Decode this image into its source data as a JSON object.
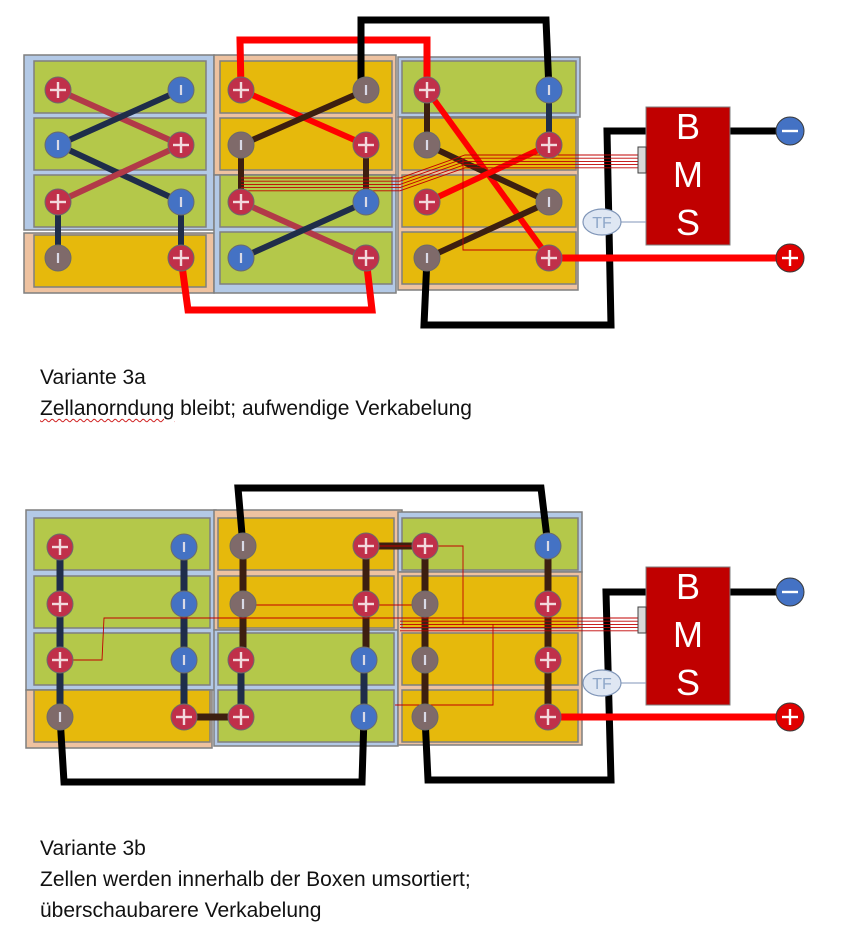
{
  "colors": {
    "green_cell": "#b4c84a",
    "yellow_cell": "#e6b90c",
    "blue_box": "#b3c9e6",
    "orange_box": "#eec2a0",
    "cell_border": "#7f7f7f",
    "red_wire": "#ff0000",
    "black_wire": "#000000",
    "navy_wire": "#1f2d4a",
    "maroon_wire": "#b23a48",
    "brown_wire": "#3d1f10",
    "sense_wire": "#c00000",
    "term_plus": "#c0304a",
    "term_minus": "#4472c4",
    "term_neutral": "#7f6a6a",
    "bms": "#c00000",
    "bms_text": "#ffffff",
    "out_plus": "#e00000",
    "out_minus": "#4472c4",
    "tf_fill": "#dfe7f3",
    "tf_text": "#8ea6c8"
  },
  "bms": {
    "letters": [
      "B",
      "M",
      "S"
    ]
  },
  "temp_sensor": {
    "label": "TF"
  },
  "terminal_symbols": {
    "plus": "+",
    "minus": "-"
  },
  "variant_a": {
    "caption_line1": "Variante 3a",
    "caption_line2_underlined": "Zellanorndung",
    "caption_line2_rest": " bleibt; aufwendige Verkabelung"
  },
  "variant_b": {
    "caption_line1": "Variante 3b",
    "caption_line2": "Zellen werden innerhalb der Boxen umsortiert;",
    "caption_line3": "überschaubarere Verkabelung"
  }
}
